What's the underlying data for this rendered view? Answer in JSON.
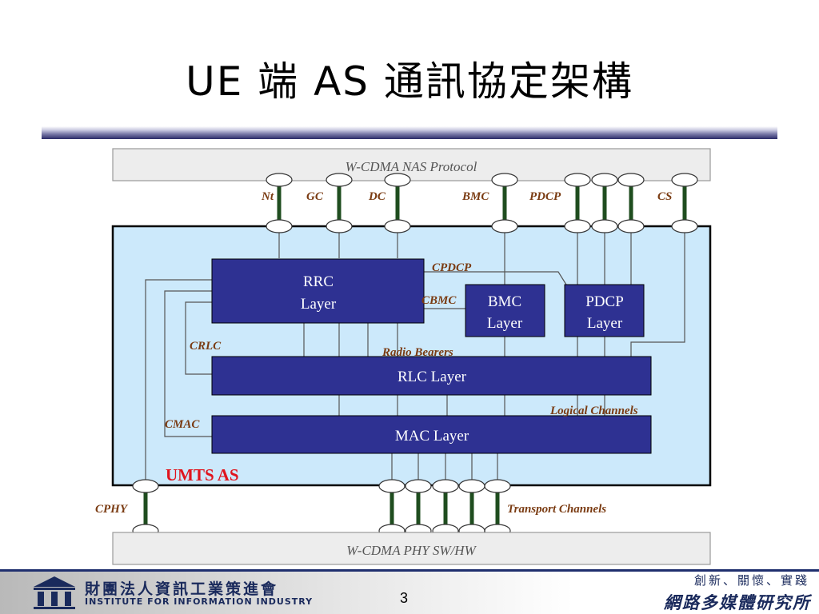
{
  "slide": {
    "title": "UE 端 AS 通訊協定架構",
    "page_number": "3"
  },
  "diagram": {
    "nas_bar": "W-CDMA NAS Protocol",
    "phy_bar": "W-CDMA PHY SW/HW",
    "sap_labels": {
      "nt": "Nt",
      "gc": "GC",
      "dc": "DC",
      "bmc": "BMC",
      "pdcp": "PDCP",
      "cs": "CS"
    },
    "rrc_line1": "RRC",
    "rrc_line2": "Layer",
    "bmc_line1": "BMC",
    "bmc_line2": "Layer",
    "pdcp_line1": "PDCP",
    "pdcp_line2": "Layer",
    "rlc": "RLC Layer",
    "mac": "MAC Layer",
    "cpdcp": "CPDCP",
    "cbmc": "CBMC",
    "crlc": "CRLC",
    "cmac": "CMAC",
    "cphy": "CPHY",
    "radio_bearers": "Radio Bearers",
    "logical_channels": "Logical Channels",
    "transport_channels": "Transport Channels",
    "umts_as": "UMTS AS"
  },
  "footer": {
    "org_chinese": "財團法人資訊工業策進會",
    "org_english": "INSTITUTE FOR INFORMATION INDUSTRY",
    "motto": "創新、關懷、實踐",
    "lab": "網路多媒體研究所"
  },
  "colors": {
    "layer_box": "#2e3192",
    "as_region": "#cce9fb",
    "sap_stem": "#1f4d1f",
    "label_text": "#7a3b12",
    "umts_red": "#e0141e",
    "bar_gray": "#ededed"
  }
}
